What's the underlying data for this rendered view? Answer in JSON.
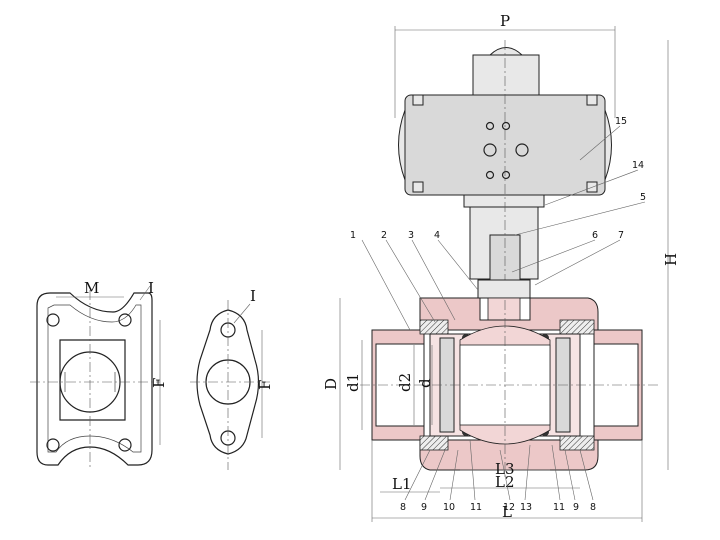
{
  "labels": {
    "P": "P",
    "H": "H",
    "D": "D",
    "d1": "d1",
    "d2": "d2",
    "d": "d",
    "L": "L",
    "L1": "L1",
    "L2": "L2",
    "L3": "L3",
    "M": "M",
    "I_a": "I",
    "I_b": "I",
    "F_a": "F",
    "F_b": "F"
  },
  "part_numbers": {
    "p1": "1",
    "p2": "2",
    "p3": "3",
    "p4": "4",
    "p5": "5",
    "p6": "6",
    "p7": "7",
    "p14": "14",
    "p15": "15",
    "b8a": "8",
    "b9a": "9",
    "b10": "10",
    "b11a": "11",
    "b12": "12",
    "b13": "13",
    "b11b": "11",
    "b9b": "9",
    "b8b": "8"
  },
  "colors": {
    "body": "#ecc8c8",
    "actuator": "#d9d9d9",
    "line": "#222222"
  }
}
